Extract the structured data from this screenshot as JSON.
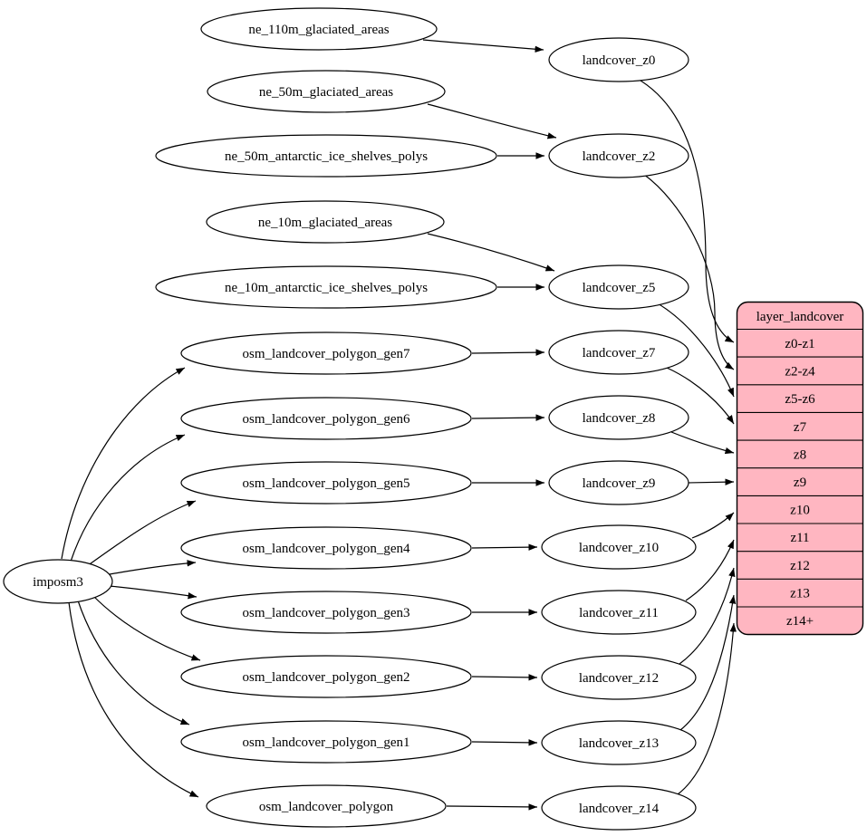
{
  "colors": {
    "background": "#ffffff",
    "node_fill": "#ffffff",
    "node_stroke": "#000000",
    "edge": "#000000",
    "table_fill": "#ffb6c1",
    "text": "#000000"
  },
  "nodes": {
    "imposm3": "imposm3",
    "ne_110m_glaciated_areas": "ne_110m_glaciated_areas",
    "ne_50m_glaciated_areas": "ne_50m_glaciated_areas",
    "ne_50m_antarctic_ice_shelves_polys": "ne_50m_antarctic_ice_shelves_polys",
    "ne_10m_glaciated_areas": "ne_10m_glaciated_areas",
    "ne_10m_antarctic_ice_shelves_polys": "ne_10m_antarctic_ice_shelves_polys",
    "osm_landcover_polygon_gen7": "osm_landcover_polygon_gen7",
    "osm_landcover_polygon_gen6": "osm_landcover_polygon_gen6",
    "osm_landcover_polygon_gen5": "osm_landcover_polygon_gen5",
    "osm_landcover_polygon_gen4": "osm_landcover_polygon_gen4",
    "osm_landcover_polygon_gen3": "osm_landcover_polygon_gen3",
    "osm_landcover_polygon_gen2": "osm_landcover_polygon_gen2",
    "osm_landcover_polygon_gen1": "osm_landcover_polygon_gen1",
    "osm_landcover_polygon": "osm_landcover_polygon",
    "landcover_z0": "landcover_z0",
    "landcover_z2": "landcover_z2",
    "landcover_z5": "landcover_z5",
    "landcover_z7": "landcover_z7",
    "landcover_z8": "landcover_z8",
    "landcover_z9": "landcover_z9",
    "landcover_z10": "landcover_z10",
    "landcover_z11": "landcover_z11",
    "landcover_z12": "landcover_z12",
    "landcover_z13": "landcover_z13",
    "landcover_z14": "landcover_z14"
  },
  "table": {
    "title": "layer_landcover",
    "rows": [
      "z0-z1",
      "z2-z4",
      "z5-z6",
      "z7",
      "z8",
      "z9",
      "z10",
      "z11",
      "z12",
      "z13",
      "z14+"
    ]
  },
  "edges": [
    {
      "from": "imposm3",
      "to": "osm_landcover_polygon_gen7"
    },
    {
      "from": "imposm3",
      "to": "osm_landcover_polygon_gen6"
    },
    {
      "from": "imposm3",
      "to": "osm_landcover_polygon_gen5"
    },
    {
      "from": "imposm3",
      "to": "osm_landcover_polygon_gen4"
    },
    {
      "from": "imposm3",
      "to": "osm_landcover_polygon_gen3"
    },
    {
      "from": "imposm3",
      "to": "osm_landcover_polygon_gen2"
    },
    {
      "from": "imposm3",
      "to": "osm_landcover_polygon_gen1"
    },
    {
      "from": "imposm3",
      "to": "osm_landcover_polygon"
    },
    {
      "from": "ne_110m_glaciated_areas",
      "to": "landcover_z0"
    },
    {
      "from": "ne_50m_glaciated_areas",
      "to": "landcover_z2"
    },
    {
      "from": "ne_50m_antarctic_ice_shelves_polys",
      "to": "landcover_z2"
    },
    {
      "from": "ne_10m_glaciated_areas",
      "to": "landcover_z5"
    },
    {
      "from": "ne_10m_antarctic_ice_shelves_polys",
      "to": "landcover_z5"
    },
    {
      "from": "osm_landcover_polygon_gen7",
      "to": "landcover_z7"
    },
    {
      "from": "osm_landcover_polygon_gen6",
      "to": "landcover_z8"
    },
    {
      "from": "osm_landcover_polygon_gen5",
      "to": "landcover_z9"
    },
    {
      "from": "osm_landcover_polygon_gen4",
      "to": "landcover_z10"
    },
    {
      "from": "osm_landcover_polygon_gen3",
      "to": "landcover_z11"
    },
    {
      "from": "osm_landcover_polygon_gen2",
      "to": "landcover_z12"
    },
    {
      "from": "osm_landcover_polygon_gen1",
      "to": "landcover_z13"
    },
    {
      "from": "osm_landcover_polygon",
      "to": "landcover_z14"
    },
    {
      "from": "landcover_z0",
      "to": "z0-z1"
    },
    {
      "from": "landcover_z2",
      "to": "z2-z4"
    },
    {
      "from": "landcover_z5",
      "to": "z5-z6"
    },
    {
      "from": "landcover_z7",
      "to": "z7"
    },
    {
      "from": "landcover_z8",
      "to": "z8"
    },
    {
      "from": "landcover_z9",
      "to": "z9"
    },
    {
      "from": "landcover_z10",
      "to": "z10"
    },
    {
      "from": "landcover_z11",
      "to": "z11"
    },
    {
      "from": "landcover_z12",
      "to": "z12"
    },
    {
      "from": "landcover_z13",
      "to": "z13"
    },
    {
      "from": "landcover_z14",
      "to": "z14+"
    }
  ]
}
